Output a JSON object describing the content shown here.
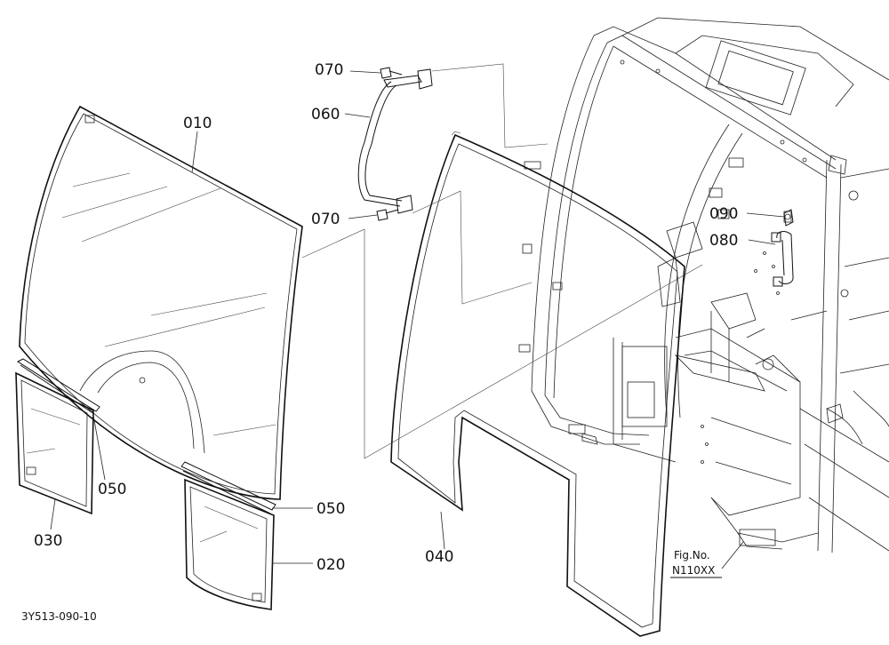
{
  "callouts": {
    "p010": "010",
    "p020": "020",
    "p030": "030",
    "p040": "040",
    "p050a": "050",
    "p050b": "050",
    "p060": "060",
    "p070a": "070",
    "p070b": "070",
    "p080": "080",
    "p090": "090"
  },
  "figure": {
    "fig_no_label": "Fig.No.",
    "fig_no_value": "N110XX"
  },
  "drawing_code": "3Y513-090-10"
}
